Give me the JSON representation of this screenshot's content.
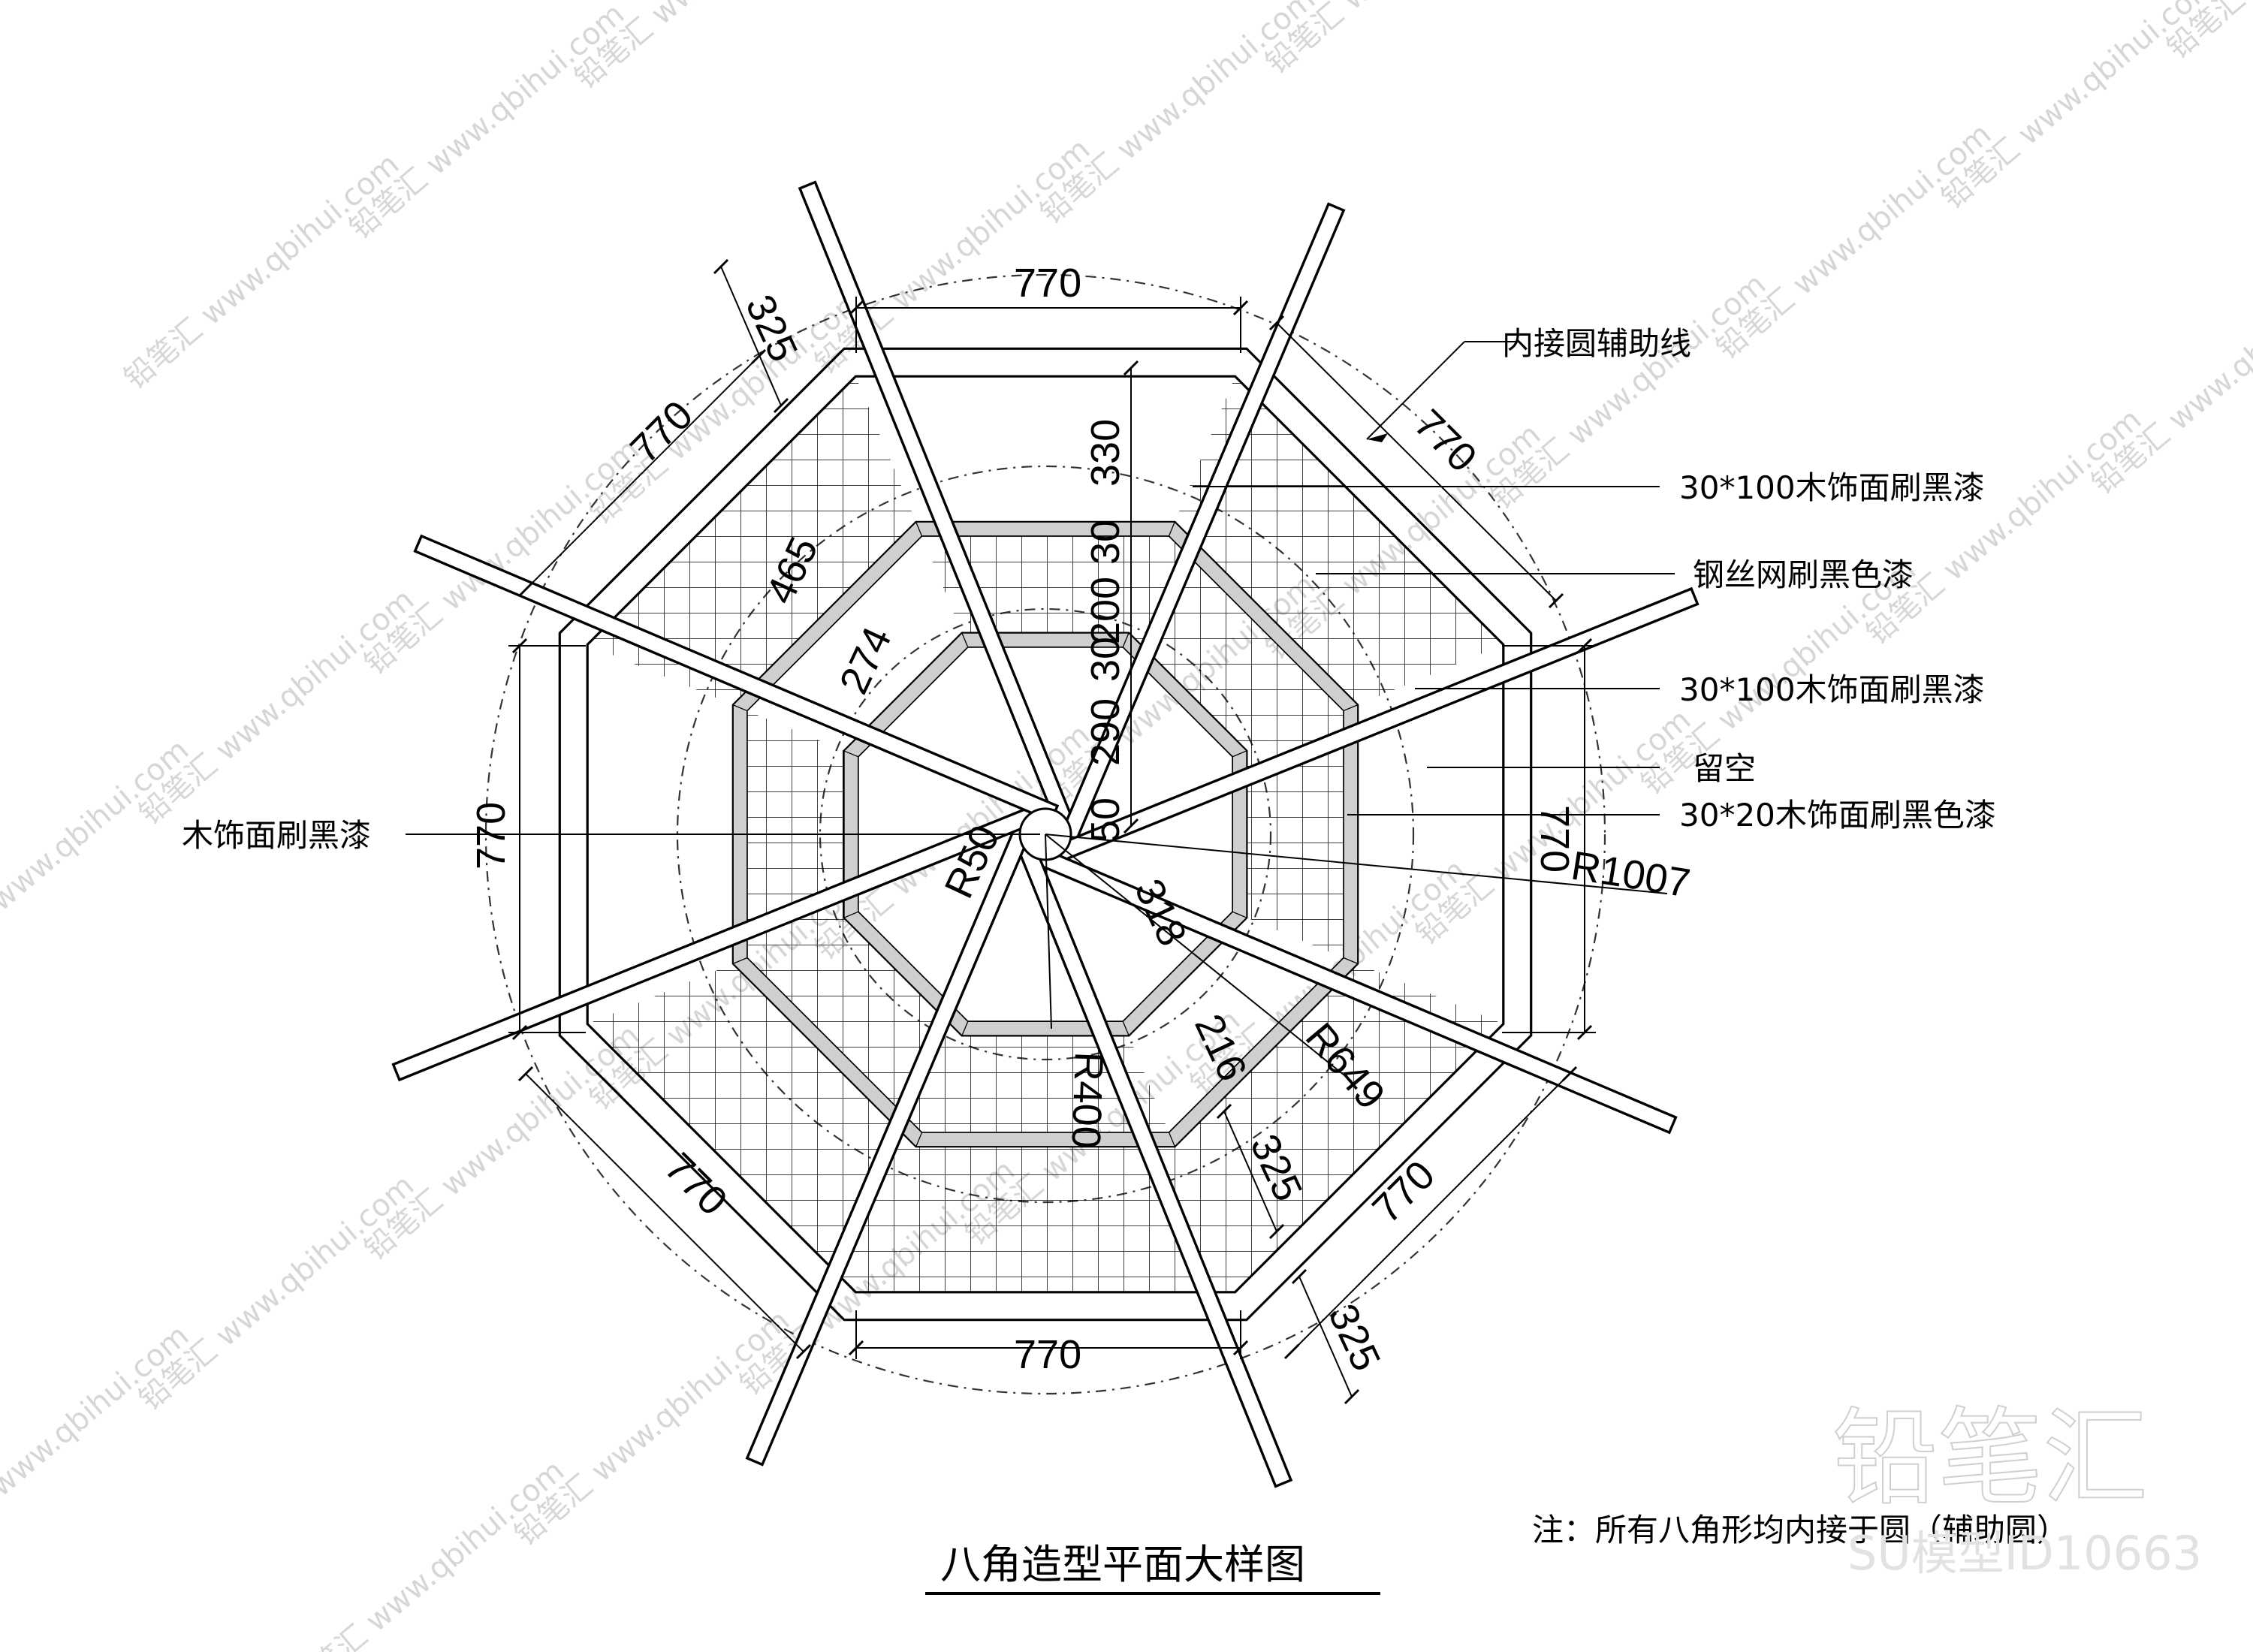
{
  "title": "八角造型平面大样图",
  "note": "注：所有八角形均内接于圆（辅助圆）",
  "labels": {
    "aux_circle": "内接圆辅助线",
    "wood_30x100_top": "30*100木饰面刷黑漆",
    "mesh": "钢丝网刷黑色漆",
    "wood_30x100_mid": "30*100木饰面刷黑漆",
    "void": "留空",
    "wood_30x20": "30*20木饰面刷黑色漆",
    "center_wood": "木饰面刷黑漆"
  },
  "dims": {
    "top_side": "770",
    "bottom_side": "770",
    "left_side": "770",
    "right_side": "770",
    "ul_side": "770",
    "ur_side": "770",
    "ll_side": "770",
    "lr_side": "770",
    "overhang_ul": "325",
    "overhang_lr_a": "325",
    "overhang_lr_b": "325",
    "d330": "330",
    "d30a": "30",
    "d200": "200",
    "d30b": "30",
    "d290": "290",
    "d50": "50",
    "d465": "465",
    "d274": "274",
    "r50": "R50",
    "r400": "R400",
    "r649": "R649",
    "r1007": "R1007",
    "d318": "318",
    "d216": "216"
  },
  "watermark": {
    "site": "www.qbihui.com",
    "brand": "铅笔汇",
    "code": "SU模型ID10663"
  }
}
